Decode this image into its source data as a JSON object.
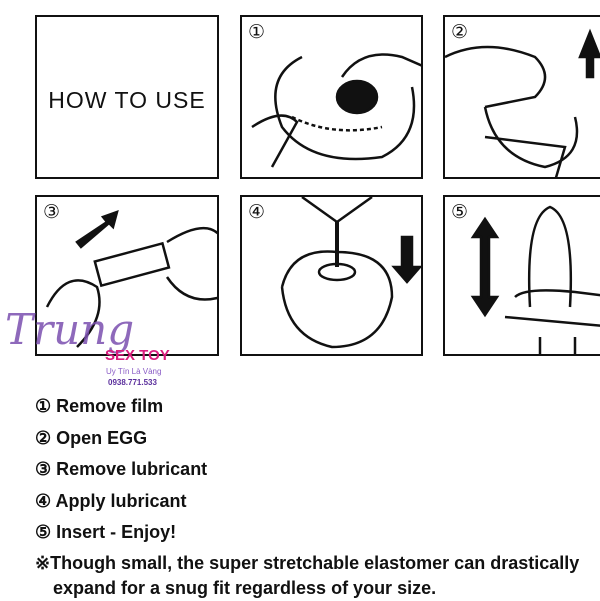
{
  "header": {
    "title": "HOW TO USE"
  },
  "panels": [
    {
      "num": "①"
    },
    {
      "num": "②"
    },
    {
      "num": "③"
    },
    {
      "num": "④"
    },
    {
      "num": "⑤"
    }
  ],
  "steps": [
    "① Remove film",
    "② Open EGG",
    "③ Remove lubricant",
    "④ Apply lubricant",
    "⑤ Insert - Enjoy!"
  ],
  "note": {
    "line1": "※Though small, the super stretchable elastomer can drastically",
    "line2": "expand for a snug fit regardless of your size."
  },
  "watermark": {
    "script": "Trung",
    "brand": "SEX TOY",
    "slogan": "Uy Tín Là Vàng",
    "phone": "0938.771.533"
  }
}
